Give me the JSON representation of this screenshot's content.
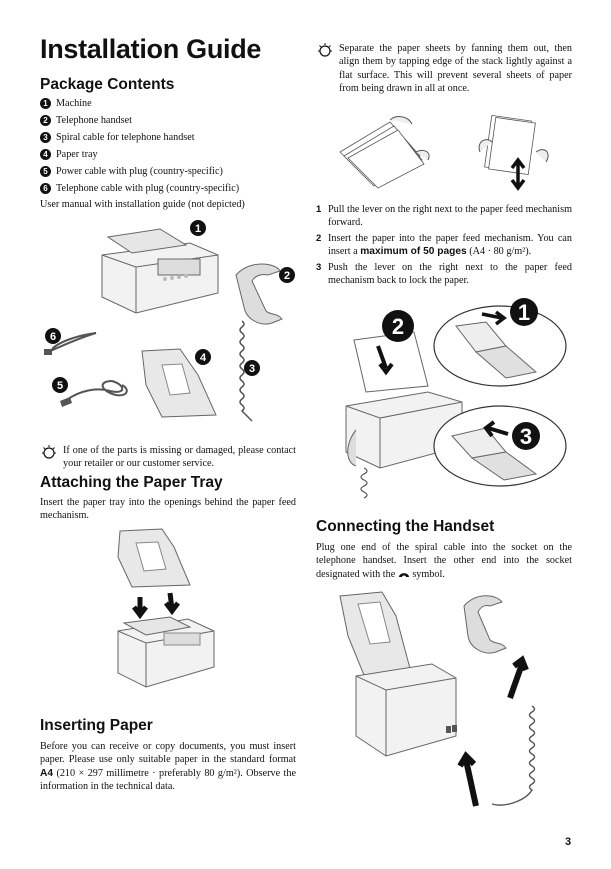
{
  "title": "Installation Guide",
  "package": {
    "heading": "Package Contents",
    "items": [
      {
        "num": "1",
        "text": "Machine"
      },
      {
        "num": "2",
        "text": "Telephone handset"
      },
      {
        "num": "3",
        "text": "Spiral cable for telephone handset"
      },
      {
        "num": "4",
        "text": "Paper tray"
      },
      {
        "num": "5",
        "text": "Power cable with plug (country-specific)"
      },
      {
        "num": "6",
        "text": "Telephone cable with plug (country-specific)"
      }
    ],
    "manual_note": "User manual with installation guide (not depicted)",
    "figure_labels": [
      "1",
      "2",
      "3",
      "4",
      "5",
      "6"
    ],
    "tip": "If one of the parts is missing or damaged, please contact your retailer or our customer service."
  },
  "tray": {
    "heading": "Attaching the Paper Tray",
    "text": "Insert the paper tray into the openings behind the paper feed mechanism."
  },
  "paper": {
    "heading": "Inserting Paper",
    "text_before": "Before you can receive or copy documents, you must insert paper. Please use only suitable paper in the standard format ",
    "format_bold": "A4",
    "text_after": " (210 × 297 millimetre · preferably 80 g/m²). Observe the information in the technical data."
  },
  "right_tip": "Separate the paper sheets by fanning them out, then align them by tapping edge of the stack lightly against a flat surface. This will prevent several sheets of paper from being drawn in all at once.",
  "steps": [
    {
      "num": "1",
      "text": "Pull the lever on the right next to the paper feed mechanism forward."
    },
    {
      "num": "2",
      "text_before": "Insert the paper into the paper feed mechanism. You can insert a ",
      "bold": "maximum of 50 pages",
      "text_after": " (A4 · 80 g/m²)."
    },
    {
      "num": "3",
      "text": "Push the lever on the right next to the paper feed mechanism back to lock the paper."
    }
  ],
  "lever_labels": [
    "2",
    "1",
    "3"
  ],
  "handset": {
    "heading": "Connecting the Handset",
    "text_before": "Plug one end of the spiral cable into the socket on the telephone handset. Insert the other end into the socket designated with the ",
    "text_after": " symbol."
  },
  "page_number": "3"
}
